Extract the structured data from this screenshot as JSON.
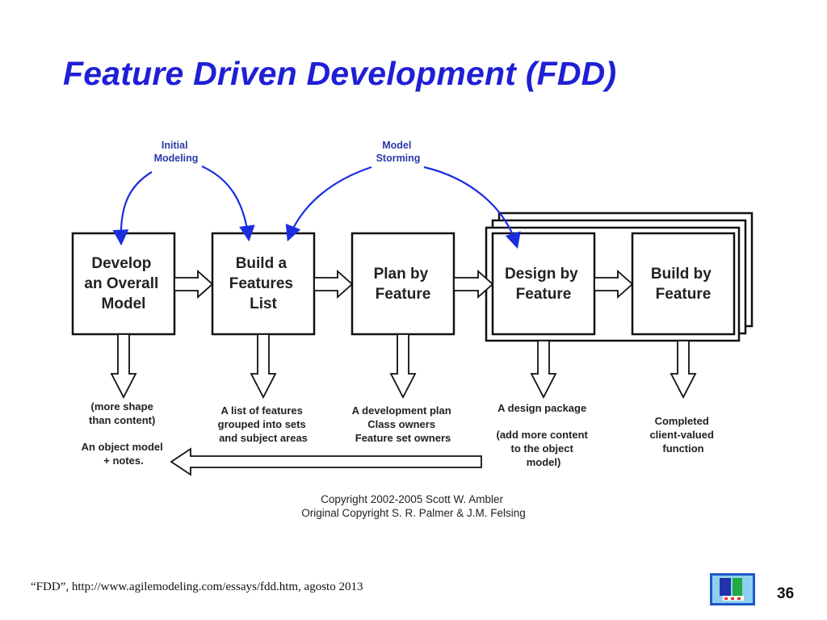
{
  "slide": {
    "title": "Feature Driven Development (FDD)",
    "footer": "“FDD”, http://www.agilemodeling.com/essays/fdd.htm, agosto 2013",
    "page_number": "36"
  },
  "diagram": {
    "processes": [
      {
        "id": "develop-overall-model",
        "lines": [
          "Develop",
          "an Overall",
          "Model"
        ]
      },
      {
        "id": "build-features-list",
        "lines": [
          "Build a",
          "Features",
          "List"
        ]
      },
      {
        "id": "plan-by-feature",
        "lines": [
          "Plan by",
          "Feature"
        ]
      },
      {
        "id": "design-by-feature",
        "lines": [
          "Design by",
          "Feature"
        ]
      },
      {
        "id": "build-by-feature",
        "lines": [
          "Build by",
          "Feature"
        ]
      }
    ],
    "outputs": [
      {
        "id": "output-1",
        "lines": [
          "(more shape",
          "than content)",
          "",
          "An object model",
          "+ notes."
        ]
      },
      {
        "id": "output-2",
        "lines": [
          "A list of features",
          "grouped into sets",
          "and subject areas"
        ]
      },
      {
        "id": "output-3",
        "lines": [
          "A development plan",
          "Class owners",
          "Feature set owners"
        ]
      },
      {
        "id": "output-4",
        "lines": [
          "A design package",
          "",
          "(add more content",
          "to the object",
          "model)"
        ]
      },
      {
        "id": "output-5",
        "lines": [
          "Completed",
          "client-valued",
          "function"
        ]
      }
    ],
    "modeling_labels": [
      {
        "id": "initial-modeling",
        "lines": [
          "Initial",
          "Modeling"
        ]
      },
      {
        "id": "model-storming",
        "lines": [
          "Model",
          "Storming"
        ]
      }
    ],
    "copyright": [
      "Copyright 2002-2005 Scott W. Ambler",
      "Original Copyright S. R. Palmer & J.M. Felsing"
    ],
    "colors": {
      "curved_arrow": "#1a2ee0",
      "title": "#1f1fd6"
    }
  }
}
